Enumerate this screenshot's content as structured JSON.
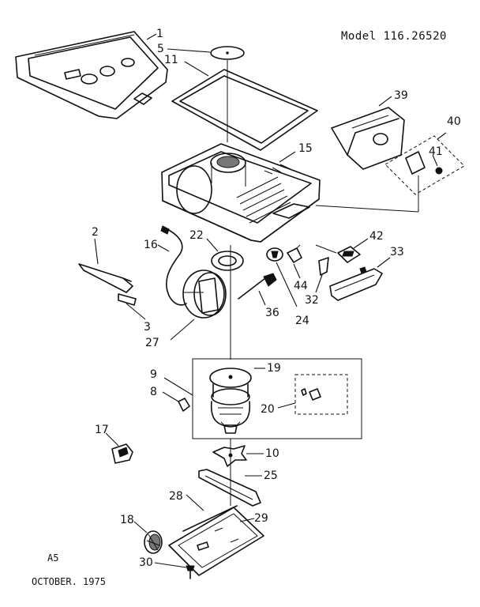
{
  "header": {
    "model_title": "Model 116.26520"
  },
  "footer": {
    "page_code": "A5",
    "date": "OCTOBER. 1975"
  },
  "callouts": {
    "p1": "1",
    "p2": "2",
    "p3": "3",
    "p5": "5",
    "p8": "8",
    "p9": "9",
    "p10": "10",
    "p11": "11",
    "p15": "15",
    "p16": "16",
    "p17": "17",
    "p18": "18",
    "p19": "19",
    "p20": "20",
    "p22": "22",
    "p24": "24",
    "p25": "25",
    "p27": "27",
    "p28": "28",
    "p29": "29",
    "p30": "30",
    "p32": "32",
    "p33": "33",
    "p36": "36",
    "p39": "39",
    "p40": "40",
    "p41": "41",
    "p42": "42",
    "p44": "44"
  }
}
